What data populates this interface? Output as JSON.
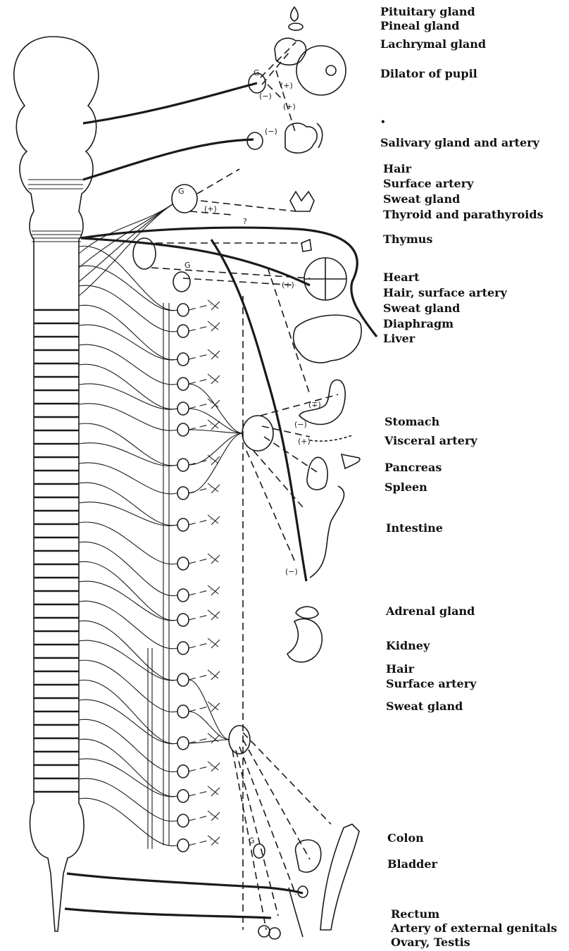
{
  "labels": {
    "pituitary": "Pituitary gland",
    "pineal": "Pineal gland",
    "lachrymal": "Lachrymal gland",
    "dilator": "Dilator of pupil",
    "bullet": "•",
    "salivary": "Salivary gland and artery",
    "hair1": "Hair",
    "surface_artery1": "Surface artery",
    "sweat1": "Sweat gland",
    "thyroid": "Thyroid and parathyroids",
    "thymus": "Thymus",
    "heart": "Heart",
    "hair_surface": "Hair, surface artery",
    "sweat2": "Sweat gland",
    "diaphragm": "Diaphragm",
    "liver": "Liver",
    "stomach": "Stomach",
    "visceral": "Visceral artery",
    "pancreas": "Pancreas",
    "spleen": "Spleen",
    "intestine": "Intestine",
    "adrenal": "Adrenal gland",
    "kidney": "Kidney",
    "hair2": "Hair",
    "surface_artery2": "Surface artery",
    "sweat3": "Sweat gland",
    "colon": "Colon",
    "bladder": "Bladder",
    "rectum": "Rectum",
    "artery_genitals": "Artery of external genitals",
    "ovary_testis": "Ovary, Testis"
  },
  "signs": {
    "plus": "(+)",
    "minus": "(−)",
    "plus_minus": "(∓)",
    "ganglion": "G",
    "question": "?"
  }
}
